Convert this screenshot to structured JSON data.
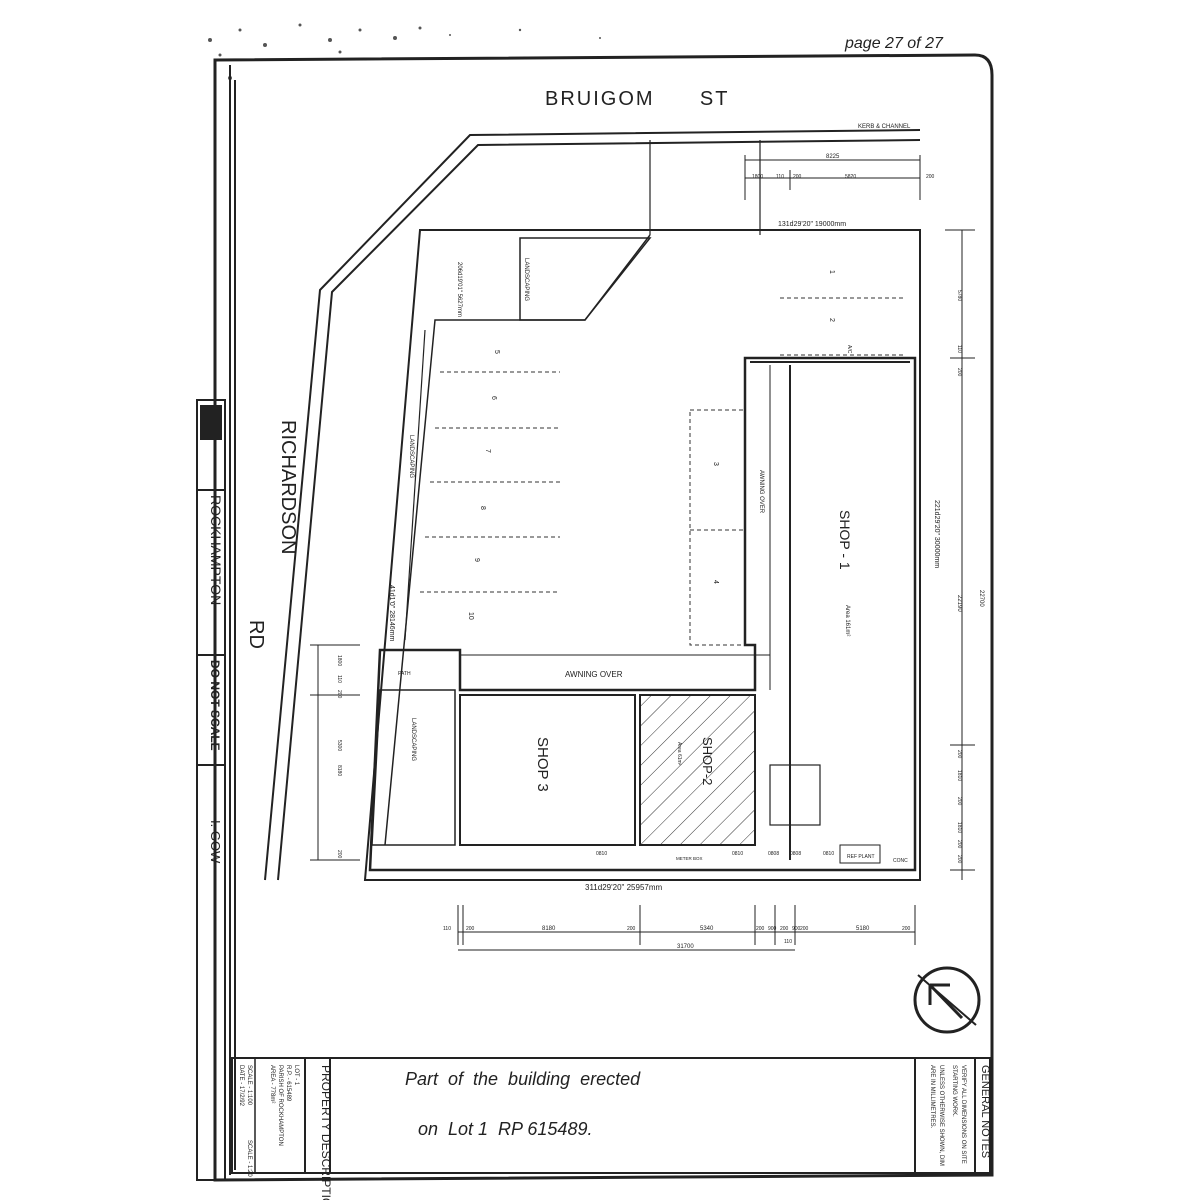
{
  "page_note": "page 27 of 27",
  "street_top": "BRUIGOM      ST",
  "road_left_name": "RICHARDSON",
  "road_left_suffix": "RD",
  "left_city": "ROCKHAMPTON",
  "do_not_scale": "DO NOT SCALE",
  "drawn_by": "I. GOW",
  "kerb_label": "KERB & CHANNEL",
  "top_dims": [
    "8225",
    "1800",
    "110",
    "200",
    "5820",
    "200"
  ],
  "boundary_top": "131d29'20\"  19000mm",
  "boundary_left": "41d1'0\"  28146mm",
  "boundary_diag": "206d19'01\"  5627mm",
  "boundary_right": "221d29'20\"  30000mm",
  "boundary_bottom": "311d29'20\"  25957mm",
  "landscaping": [
    "LANDSCAPING",
    "LANDSCAPING",
    "LANDSCAPING"
  ],
  "parking_numbers": [
    "1",
    "2",
    "3",
    "4",
    "5",
    "6",
    "7",
    "8",
    "9",
    "10"
  ],
  "awning_vertical": "AWNING OVER",
  "awning_horizontal": "AWNING OVER",
  "shop1": "SHOP - 1",
  "shop1_area": "Area 161m²",
  "shop2": "SHOP-2",
  "shop2_area": "Area 61m²",
  "shop3": "SHOP 3",
  "path_label": "PATH",
  "ac_label": "A/C",
  "meter_box": "METER BOX",
  "ref_plant": "REF PLANT",
  "conc": "CONC",
  "bottom_small_dims": [
    "0810",
    "0810",
    "0808",
    "0808",
    "0810"
  ],
  "bottom_dims": [
    "110",
    "200",
    "8180",
    "200",
    "5340",
    "200",
    "900",
    "200",
    "900",
    "200",
    "5180",
    "200"
  ],
  "bottom_total": "31700",
  "bottom_sub": "110",
  "right_dims": [
    "5780",
    "110",
    "200",
    "22700",
    "22190",
    "200",
    "1810",
    "200",
    "1810",
    "200",
    "200"
  ],
  "left_dims": [
    "1800",
    "110",
    "200",
    "5300",
    "8180",
    "200"
  ],
  "handwritten_line1": "Part  of  the  building  erected",
  "handwritten_line2": "on  Lot 1  RP 615489.",
  "property_description": "PROPERTY DESCRIPTION",
  "property_lines": [
    "LOT - 1",
    "R.P. - 615489",
    "PARISH OF ROCKHAMPTON",
    "AREA - 778m²"
  ],
  "scale_lines": [
    "SCALE - 1:100",
    "DATE - 17/2/92",
    "SCALE - 1:20"
  ],
  "general_notes": "GENERAL NOTES",
  "notes_lines": [
    "VERIFY ALL DIMENSIONS ON SITE",
    "STARTING WORK.",
    "UNLESS OTHERWISE SHOWN, DIM",
    "ARE IN MILLIMETRES."
  ],
  "north_arrow": "north-arrow-icon"
}
